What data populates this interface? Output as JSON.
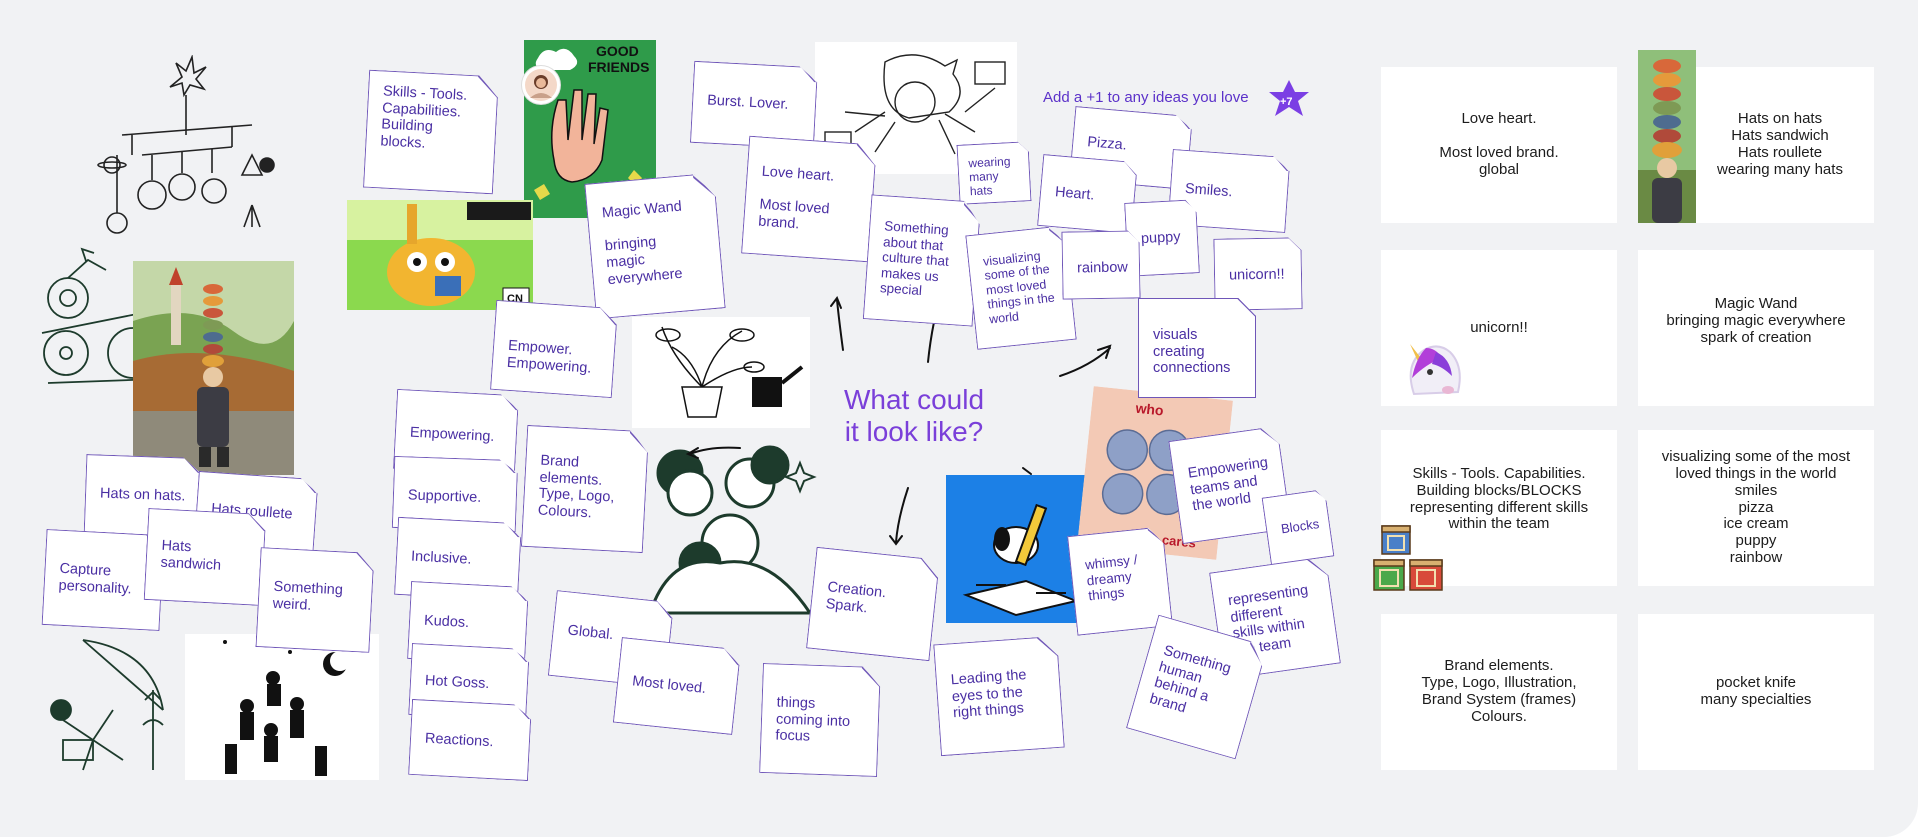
{
  "board": {
    "center_title": "What could\nit look like?",
    "plus_one_hint": "Add a +1 to any ideas you love",
    "plus_badge": "+7"
  },
  "notes": {
    "skills": "Skills - Tools.\nCapabilities.\nBuilding\nblocks.",
    "burst_lover": "Burst. Lover.",
    "love_heart": "Love heart.\n\nMost loved\nbrand.",
    "magic_wand": "Magic Wand\n\nbringing\nmagic\neverywhere",
    "empower": "Empower.\nEmpowering.",
    "wearing_hats": "wearing\nmany\nhats",
    "culture": "Something\nabout that\nculture that\nmakes us\nspecial",
    "visualizing": "visualizing\nsome of the\nmost loved\nthings in the\nworld",
    "pizza": "Pizza.",
    "heart": "Heart.",
    "smiles": "Smiles.",
    "puppy": "puppy",
    "rainbow": "rainbow",
    "unicorn": "unicorn!!",
    "visuals": "visuals\ncreating\nconnections",
    "empowering": "Empowering.",
    "supportive": "Supportive.",
    "inclusive": "Inclusive.",
    "kudos": "Kudos.",
    "hot_goss": "Hot Goss.",
    "reactions": "Reactions.",
    "brand_elements": "Brand\nelements.\nType, Logo,\nColours.",
    "hats_on_hats": "Hats on hats.",
    "hats_roullete": "Hats roullete",
    "hats_sandwich": "Hats\nsandwich",
    "capture": "Capture\npersonality.",
    "weird": "Something\nweird.",
    "global": "Global.",
    "most_loved": "Most loved.",
    "creation": "Creation.\nSpark.",
    "focus": "things\ncoming into\nfocus",
    "leading": "Leading the\neyes to the\nright things",
    "empowering_teams": "Empowering\nteams and\nthe world",
    "blocks": "Blocks",
    "whimsy": "whimsy /\ndreamy\nthings",
    "representing": "representing\ndifferent\nskills within\nthe team",
    "human": "Something\nhuman\nbehind a\nbrand"
  },
  "photos": {
    "good_friends_line1": "GOOD",
    "good_friends_line2": "FRIENDS",
    "cn_badge": "CN",
    "who_cares_1": "who",
    "who_cares_2": "cares"
  },
  "cards": [
    {
      "text": "Love heart.\n\nMost loved brand.\nglobal"
    },
    {
      "text": "Hats on hats\nHats sandwich\nHats roullete\nwearing many hats"
    },
    {
      "text": "unicorn!!"
    },
    {
      "text": "Magic Wand\nbringing magic everywhere\nspark of creation"
    },
    {
      "text": "Skills - Tools. Capabilities.\nBuilding blocks/BLOCKS\nrepresenting different skills\nwithin the team"
    },
    {
      "text": "visualizing some of the most\nloved things in the world\nsmiles\npizza\nice cream\npuppy\nrainbow"
    },
    {
      "text": "Brand elements.\nType, Logo, Illustration,\nBrand System (frames)\nColours."
    },
    {
      "text": "pocket knife\nmany specialties"
    }
  ],
  "colors": {
    "board_bg": "#f1f2f4",
    "note_border": "#6f56b8",
    "note_text": "#4a2fa3",
    "title_purple": "#7a3fd9",
    "badge_purple": "#7b3fe4"
  }
}
